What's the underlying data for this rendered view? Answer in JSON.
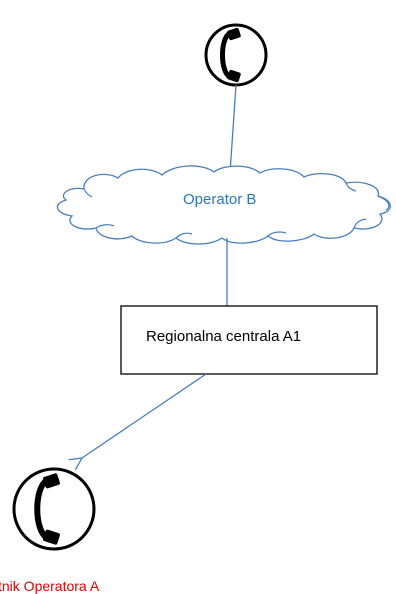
{
  "nodes": {
    "top_phone": {
      "icon": "telephone-handset-icon"
    },
    "cloud": {
      "label": "Operator B",
      "color": "#2e75b6"
    },
    "box": {
      "label": "Regionalna centrala A1"
    },
    "bottom_phone": {
      "icon": "telephone-handset-icon",
      "label": "tnik Operatora A",
      "color": "#e00000"
    }
  },
  "edges": [
    {
      "from": "top_phone",
      "to": "cloud",
      "arrow": false
    },
    {
      "from": "cloud",
      "to": "box",
      "arrow": false
    },
    {
      "from": "box",
      "to": "bottom_phone",
      "arrow": true
    }
  ],
  "line_color": "#4a7ebb"
}
